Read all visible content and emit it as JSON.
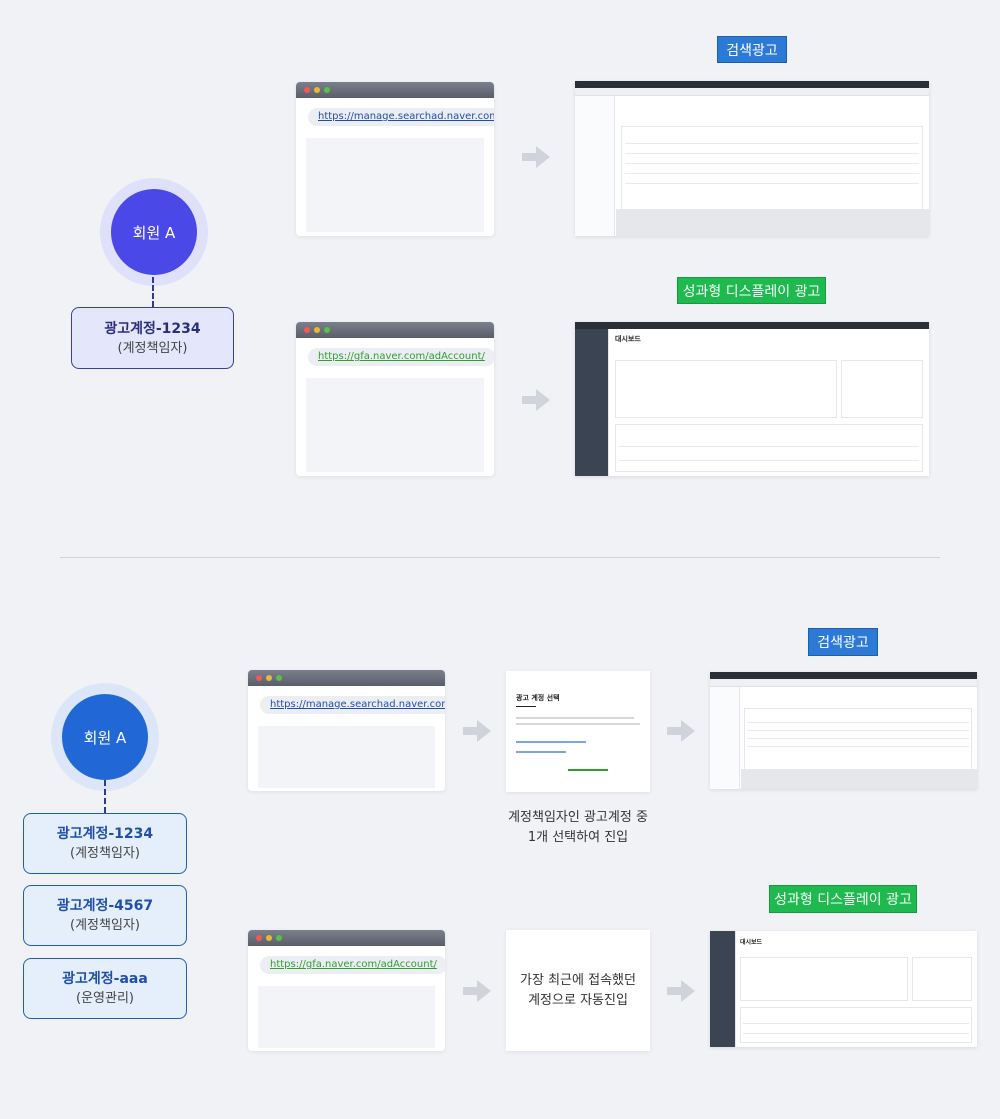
{
  "top": {
    "member_label": "회원 A",
    "account": {
      "name": "광고계정-1234",
      "role": "(계정책임자)"
    },
    "search": {
      "url": "https://manage.searchad.naver.com/",
      "badge": "검색광고"
    },
    "gfa": {
      "url": "https://gfa.naver.com/adAccount/",
      "badge": "성과형 디스플레이 광고"
    }
  },
  "bottom": {
    "member_label": "회원 A",
    "accounts": [
      {
        "name": "광고계정-1234",
        "role": "(계정책임자)"
      },
      {
        "name": "광고계정-4567",
        "role": "(계정책임자)"
      },
      {
        "name": "광고계정-aaa",
        "role": "(운영관리)"
      }
    ],
    "search": {
      "url": "https://manage.searchad.naver.com/",
      "badge": "검색광고",
      "modal_title": "광고 계정 선택",
      "caption_line1": "계정책임자인 광고계정 중",
      "caption_line2": "1개 선택하여 진입"
    },
    "gfa": {
      "url": "https://gfa.naver.com/adAccount/",
      "badge": "성과형 디스플레이 광고",
      "note_line1": "가장 최근에 접속했던",
      "note_line2": "계정으로 자동진입"
    }
  },
  "thumb_titles": {
    "dashboard": "대시보드"
  },
  "colors": {
    "member_top": "#4a48e6",
    "member_bottom": "#2168d6",
    "search_badge": "#2c7ad6",
    "gfa_badge": "#1eb94f",
    "search_url": "#1f4fa8",
    "gfa_url": "#2f9e2f"
  }
}
